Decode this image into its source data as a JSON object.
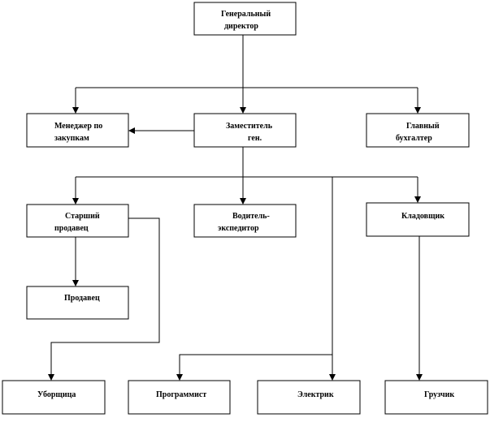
{
  "org_chart": {
    "nodes": {
      "general_director": [
        "Генеральный",
        "директор"
      ],
      "purchasing_manager": [
        "Менеджер по",
        "закупкам"
      ],
      "deputy": [
        "Заместитель",
        "ген."
      ],
      "chief_accountant": [
        "Главный",
        "бухгалтер"
      ],
      "senior_seller": [
        "Старший",
        "продавец"
      ],
      "driver": [
        "Водитель-",
        "экспедитор"
      ],
      "storekeeper": [
        "Кладовщик"
      ],
      "seller": [
        "Продавец"
      ],
      "cleaner": [
        "Уборщица"
      ],
      "programmer": [
        "Программист"
      ],
      "electrician": [
        "Электрик"
      ],
      "loader": [
        "Грузчик"
      ]
    }
  }
}
